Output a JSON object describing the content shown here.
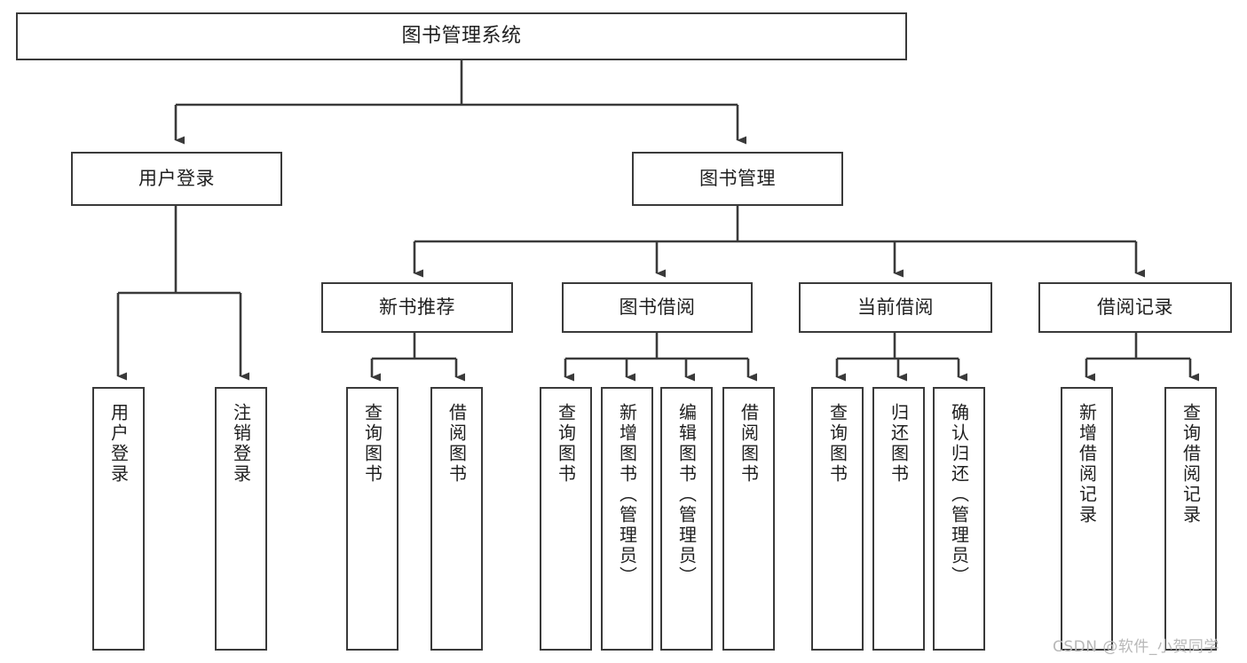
{
  "diagram": {
    "type": "tree-hierarchy",
    "title": "图书管理系统",
    "root": {
      "label": "图书管理系统"
    },
    "level2": [
      {
        "label": "用户登录"
      },
      {
        "label": "图书管理"
      }
    ],
    "level3": [
      {
        "label": "新书推荐"
      },
      {
        "label": "图书借阅"
      },
      {
        "label": "当前借阅"
      },
      {
        "label": "借阅记录"
      }
    ],
    "leaves": {
      "user_login": [
        {
          "label": "用户登录"
        },
        {
          "label": "注销登录"
        }
      ],
      "new_book_recommend": [
        {
          "label": "查询图书"
        },
        {
          "label": "借阅图书"
        }
      ],
      "book_borrow": [
        {
          "label": "查询图书"
        },
        {
          "label": "新增图书（管理员）"
        },
        {
          "label": "编辑图书（管理员）"
        },
        {
          "label": "借阅图书"
        }
      ],
      "current_borrow": [
        {
          "label": "查询图书"
        },
        {
          "label": "归还图书"
        },
        {
          "label": "确认归还（管理员）"
        }
      ],
      "borrow_record": [
        {
          "label": "新增借阅记录"
        },
        {
          "label": "查询借阅记录"
        }
      ]
    }
  },
  "watermark": {
    "text": "CSDN @软件_小贺同学"
  },
  "colors": {
    "border": "#3a3a3a",
    "background": "#ffffff",
    "text": "#1f1f1f",
    "watermark": "#b8b8b8"
  }
}
